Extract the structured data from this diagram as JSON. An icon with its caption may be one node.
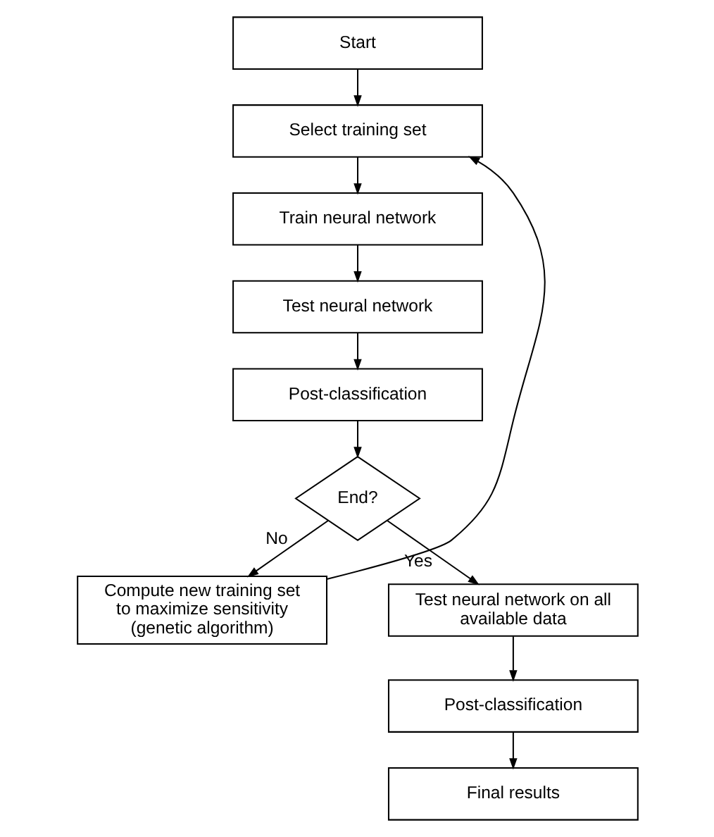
{
  "diagram": {
    "nodes": [
      {
        "text": [
          "Start"
        ]
      },
      {
        "text": [
          "Select training set"
        ]
      },
      {
        "text": [
          "Train neural network"
        ]
      },
      {
        "text": [
          "Test neural network"
        ]
      },
      {
        "text": [
          "Post-classification"
        ]
      },
      {
        "text": [
          "End?"
        ]
      },
      {
        "text": [
          "Compute new training set to maximize sensitivity (genetic algorithm)"
        ]
      },
      {
        "text": [
          "Test neural network on all available data"
        ]
      },
      {
        "text": [
          "Post-classification"
        ]
      },
      {
        "text": [
          "Final results"
        ]
      }
    ],
    "edges": [
      {
        "from": 0,
        "to": 1,
        "arrow": "to"
      },
      {
        "from": 1,
        "to": 2,
        "arrow": "to"
      },
      {
        "from": 2,
        "to": 3,
        "arrow": "to"
      },
      {
        "from": 3,
        "to": 4,
        "arrow": "to"
      },
      {
        "from": 4,
        "to": 5,
        "arrow": "to"
      },
      {
        "from": 5,
        "to": 6,
        "arrow": "to",
        "label": "No"
      },
      {
        "from": 6,
        "to": 1,
        "arrow": "to"
      },
      {
        "from": 5,
        "to": 7,
        "arrow": "to",
        "label": "Yes"
      },
      {
        "from": 7,
        "to": 8,
        "arrow": "to"
      },
      {
        "from": 8,
        "to": 9,
        "arrow": "to"
      }
    ]
  }
}
